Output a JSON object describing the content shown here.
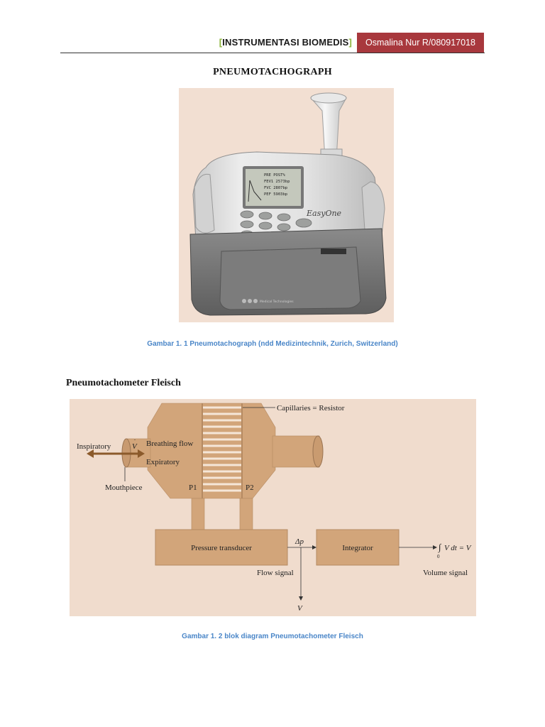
{
  "header": {
    "course_open": "[",
    "course": "INSTRUMENTASI BIOMEDIS",
    "course_close": "]",
    "author": "Osmalina Nur R/080917018"
  },
  "title": "PNEUMOTACHOGRAPH",
  "figure1": {
    "caption": "Gambar 1. 1  Pneumotachograph (ndd Medizintechnik, Zurich, Switzerland)",
    "device_brand": "EasyOne",
    "device_maker": "Medical Technologies",
    "screen_lines": [
      "PRE POST%",
      "FEV1 2573bp",
      "FVC 2807bp",
      "PEF 5903bp"
    ]
  },
  "section_heading": "Pneumotachometer Fleisch",
  "figure2": {
    "caption": "Gambar 1. 2 blok diagram Pneumotachometer Fleisch",
    "labels": {
      "capillaries": "Capillaries = Resistor",
      "inspiratory": "Inspiratory",
      "vdot": "V",
      "breathing_flow": "Breathing flow",
      "expiratory": "Expiratory",
      "mouthpiece": "Mouthpiece",
      "p1": "P1",
      "p2": "P2",
      "pressure_transducer": "Pressure transducer",
      "delta_p": "Δp",
      "integrator": "Integrator",
      "flow_signal": "Flow signal",
      "volume_signal": "Volume signal",
      "integral": "V dt = V",
      "integral_lower": "0",
      "flow_output": "V"
    }
  }
}
